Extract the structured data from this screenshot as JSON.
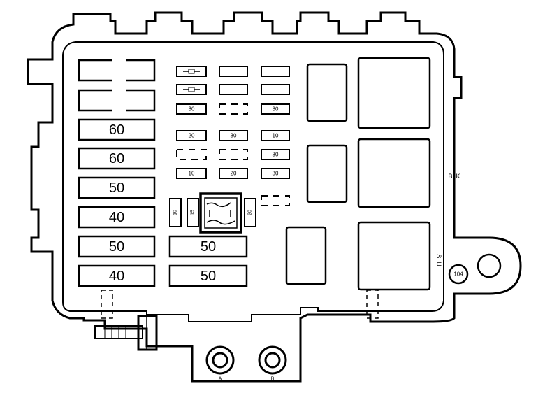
{
  "diagram": {
    "large_fuses_left": [
      {
        "id": "lf1",
        "label": ""
      },
      {
        "id": "lf2",
        "label": ""
      },
      {
        "id": "lf3",
        "label": "60"
      },
      {
        "id": "lf4",
        "label": "60"
      },
      {
        "id": "lf5",
        "label": "50"
      },
      {
        "id": "lf6",
        "label": "40"
      },
      {
        "id": "lf7",
        "label": "50"
      },
      {
        "id": "lf8",
        "label": "40"
      }
    ],
    "large_fuses_mid": [
      {
        "id": "lm1",
        "label": "50"
      },
      {
        "id": "lm2",
        "label": "50"
      }
    ],
    "mini_fuses": [
      {
        "id": "m1",
        "label": ""
      },
      {
        "id": "m2",
        "label": ""
      },
      {
        "id": "m3",
        "label": ""
      },
      {
        "id": "m4",
        "label": ""
      },
      {
        "id": "m5",
        "label": ""
      },
      {
        "id": "m6",
        "label": ""
      },
      {
        "id": "m7",
        "label": "30"
      },
      {
        "id": "m8",
        "label": ""
      },
      {
        "id": "m9",
        "label": "30"
      },
      {
        "id": "m10",
        "label": "20"
      },
      {
        "id": "m11",
        "label": "30"
      },
      {
        "id": "m12",
        "label": "10"
      },
      {
        "id": "m13",
        "label": ""
      },
      {
        "id": "m14",
        "label": ""
      },
      {
        "id": "m15",
        "label": "30"
      },
      {
        "id": "m16",
        "label": "10"
      },
      {
        "id": "m17",
        "label": "20"
      },
      {
        "id": "m18",
        "label": "30"
      }
    ],
    "vertical_fuses": [
      {
        "id": "v1",
        "label": "10"
      },
      {
        "id": "v2",
        "label": "15"
      },
      {
        "id": "v3",
        "label": "20"
      }
    ],
    "labels": {
      "blk": "BLK",
      "slu": "SLU",
      "circle_id": "104",
      "terminal_a": "A",
      "terminal_b": "B"
    }
  }
}
